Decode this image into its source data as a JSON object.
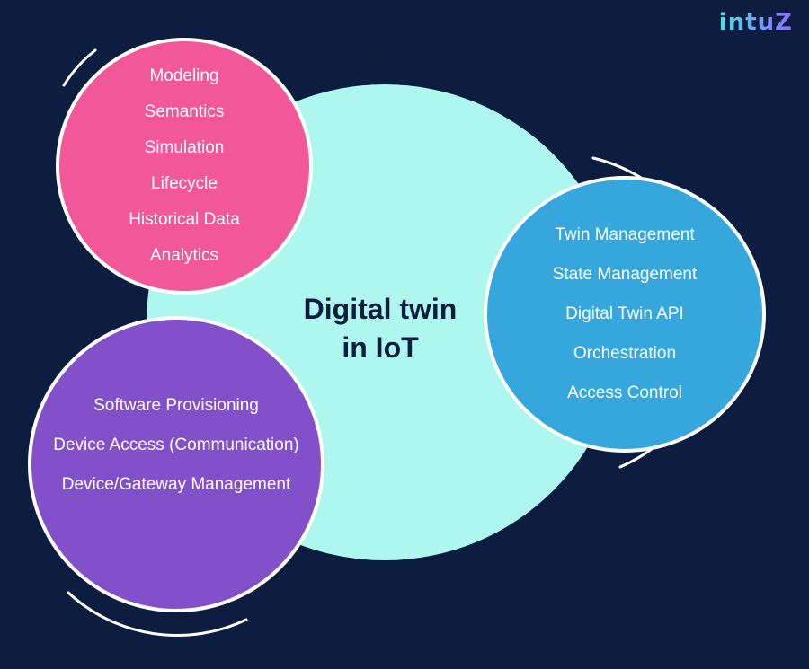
{
  "brand": {
    "logo": "intuZ"
  },
  "diagram": {
    "center_title_line1": "Digital twin",
    "center_title_line2": "in IoT",
    "groups": {
      "pink": [
        "Modeling",
        "Semantics",
        "Simulation",
        "Lifecycle",
        "Historical Data",
        "Analytics"
      ],
      "blue": [
        "Twin Management",
        "State Management",
        "Digital Twin API",
        "Orchestration",
        "Access Control"
      ],
      "purple": [
        "Software Provisioning",
        "Device Access (Communication)",
        "Device/Gateway Management"
      ]
    },
    "colors": {
      "background": "#0c1d3f",
      "center": "#aef7ef",
      "pink": "#f2579a",
      "blue": "#35a7dc",
      "purple": "#8250c9"
    }
  }
}
